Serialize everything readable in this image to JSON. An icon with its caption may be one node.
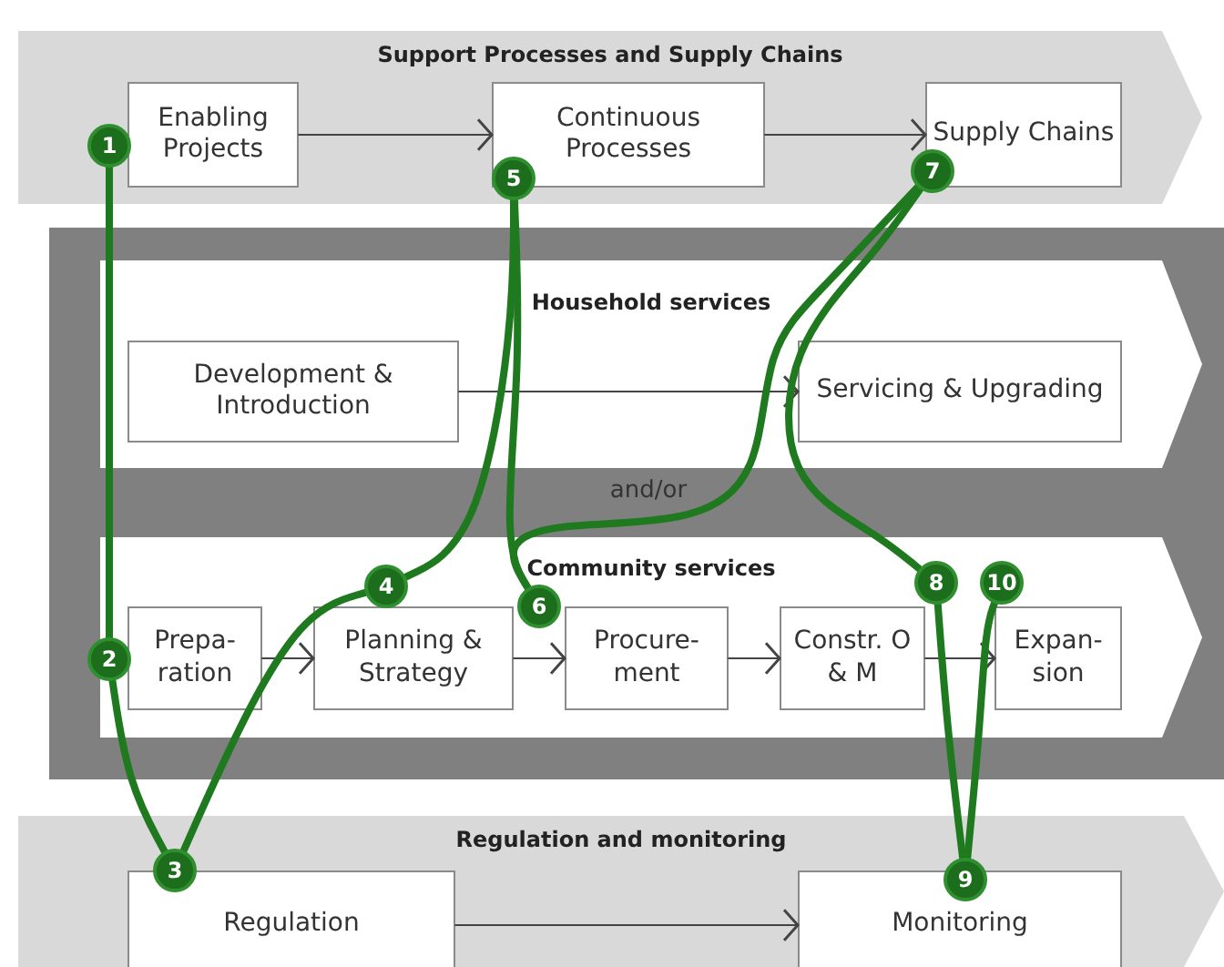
{
  "diagram": {
    "nodes": [
      {
        "text": [
          "Support Processes and Supply Chains"
        ]
      },
      {
        "text": [
          "Enabling Projects"
        ],
        "in": 0
      },
      {
        "text": [
          "Continuous Processes"
        ],
        "in": 0
      },
      {
        "text": [
          "Supply Chains"
        ],
        "in": 0
      },
      {
        "text": [
          "Household services"
        ]
      },
      {
        "text": [
          "Development & Introduction"
        ],
        "in": 4
      },
      {
        "text": [
          "Servicing & Upgrading"
        ],
        "in": 4
      },
      {
        "text": [
          "Community services"
        ]
      },
      {
        "text": [
          "Prepa-ration"
        ],
        "in": 7
      },
      {
        "text": [
          "Planning & Strategy"
        ],
        "in": 7
      },
      {
        "text": [
          "Procure-ment"
        ],
        "in": 7
      },
      {
        "text": [
          "Constr. O & M"
        ],
        "in": 7
      },
      {
        "text": [
          "Expan-sion"
        ],
        "in": 7
      },
      {
        "text": [
          "Regulation and monitoring"
        ]
      },
      {
        "text": [
          "Regulation"
        ],
        "in": 13
      },
      {
        "text": [
          "Monitoring"
        ],
        "in": 13
      },
      {
        "text": [
          "1"
        ],
        "in": 0
      },
      {
        "text": [
          "2"
        ]
      },
      {
        "text": [
          "3"
        ],
        "in": 13
      },
      {
        "text": [
          "4"
        ],
        "in": 7
      },
      {
        "text": [
          "5"
        ],
        "in": 0
      },
      {
        "text": [
          "6"
        ],
        "in": 7
      },
      {
        "text": [
          "7"
        ],
        "in": 0
      },
      {
        "text": [
          "8"
        ],
        "in": 7
      },
      {
        "text": [
          "9"
        ],
        "in": 13
      },
      {
        "text": [
          "10"
        ],
        "in": 7
      }
    ],
    "edges": [
      {
        "from": 1,
        "to": 2,
        "arrow": "to",
        "color": "#444444"
      },
      {
        "from": 2,
        "to": 3,
        "arrow": "to",
        "color": "#444444"
      },
      {
        "from": 5,
        "to": 6,
        "arrow": "to",
        "color": "#444444"
      },
      {
        "from": 8,
        "to": 9,
        "arrow": "to",
        "color": "#444444"
      },
      {
        "from": 9,
        "to": 10,
        "arrow": "to",
        "color": "#444444"
      },
      {
        "from": 10,
        "to": 11,
        "arrow": "to",
        "color": "#444444"
      },
      {
        "from": 11,
        "to": 12,
        "arrow": "to",
        "color": "#444444"
      },
      {
        "from": 14,
        "to": 15,
        "arrow": "to",
        "color": "#444444"
      },
      {
        "from": 16,
        "to": 17,
        "arrow": "none",
        "color": "#1f7a1f"
      },
      {
        "from": 17,
        "to": 18,
        "arrow": "none",
        "color": "#1f7a1f"
      },
      {
        "from": 18,
        "to": 19,
        "arrow": "none",
        "color": "#1f7a1f"
      },
      {
        "from": 19,
        "to": 20,
        "arrow": "none",
        "color": "#1f7a1f"
      },
      {
        "from": 20,
        "to": 21,
        "arrow": "none",
        "color": "#1f7a1f"
      },
      {
        "from": 21,
        "to": 22,
        "arrow": "none",
        "color": "#1f7a1f"
      },
      {
        "from": 22,
        "to": 23,
        "arrow": "none",
        "color": "#1f7a1f"
      },
      {
        "from": 23,
        "to": 24,
        "arrow": "none",
        "color": "#1f7a1f"
      },
      {
        "from": 24,
        "to": 25,
        "arrow": "none",
        "color": "#1f7a1f"
      }
    ],
    "labels": [
      "and/or"
    ]
  }
}
